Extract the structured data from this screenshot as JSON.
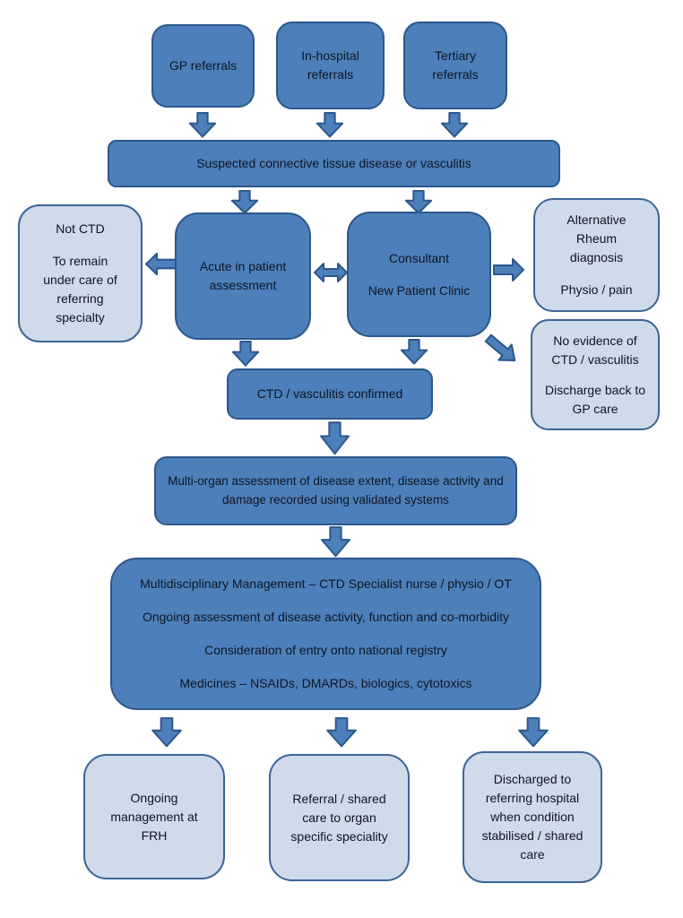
{
  "colors": {
    "background": "#ffffff",
    "dark_fill": "#4d7fba",
    "dark_border": "#2c578c",
    "light_fill": "#cfdaeb",
    "light_border": "#3c6597",
    "arrow_fill": "#4d7fba",
    "arrow_stroke": "#2c578c",
    "text": "#0e1524"
  },
  "icons": {
    "down_arrow": "block-arrow-down",
    "left_arrow": "block-arrow-left",
    "right_arrow": "block-arrow-right",
    "double_arrow": "block-arrow-horizontal-double",
    "diagonal_arrow": "block-arrow-down-right"
  },
  "nodes": {
    "gp": {
      "text": "GP referrals"
    },
    "in_hospital": {
      "text": "In-hospital referrals"
    },
    "tertiary": {
      "text": "Tertiary referrals"
    },
    "suspected": {
      "text": "Suspected connective tissue disease or vasculitis"
    },
    "not_ctd": {
      "lines": [
        "Not CTD",
        "To remain under care of referring specialty"
      ]
    },
    "acute": {
      "text": "Acute in patient assessment"
    },
    "consultant": {
      "lines": [
        "Consultant",
        "New Patient Clinic"
      ]
    },
    "alt_rheum": {
      "lines": [
        "Alternative Rheum diagnosis",
        "Physio / pain"
      ]
    },
    "no_evidence": {
      "lines": [
        "No evidence of CTD / vasculitis",
        "Discharge back to GP care"
      ]
    },
    "confirmed": {
      "text": "CTD / vasculitis confirmed"
    },
    "multi_organ": {
      "text": "Multi-organ assessment of disease extent, disease activity and damage recorded using validated systems"
    },
    "mdm": {
      "lines": [
        "Multidisciplinary Management – CTD Specialist nurse / physio / OT",
        "Ongoing assessment of disease activity, function and co-morbidity",
        "Consideration of entry onto national registry",
        "Medicines – NSAIDs, DMARDs, biologics, cytotoxics"
      ]
    },
    "ongoing_frh": {
      "text": "Ongoing management at FRH"
    },
    "referral_shared": {
      "text": "Referral / shared care to organ specific speciality"
    },
    "discharged": {
      "text": "Discharged to referring hospital when condition stabilised / shared care"
    }
  }
}
